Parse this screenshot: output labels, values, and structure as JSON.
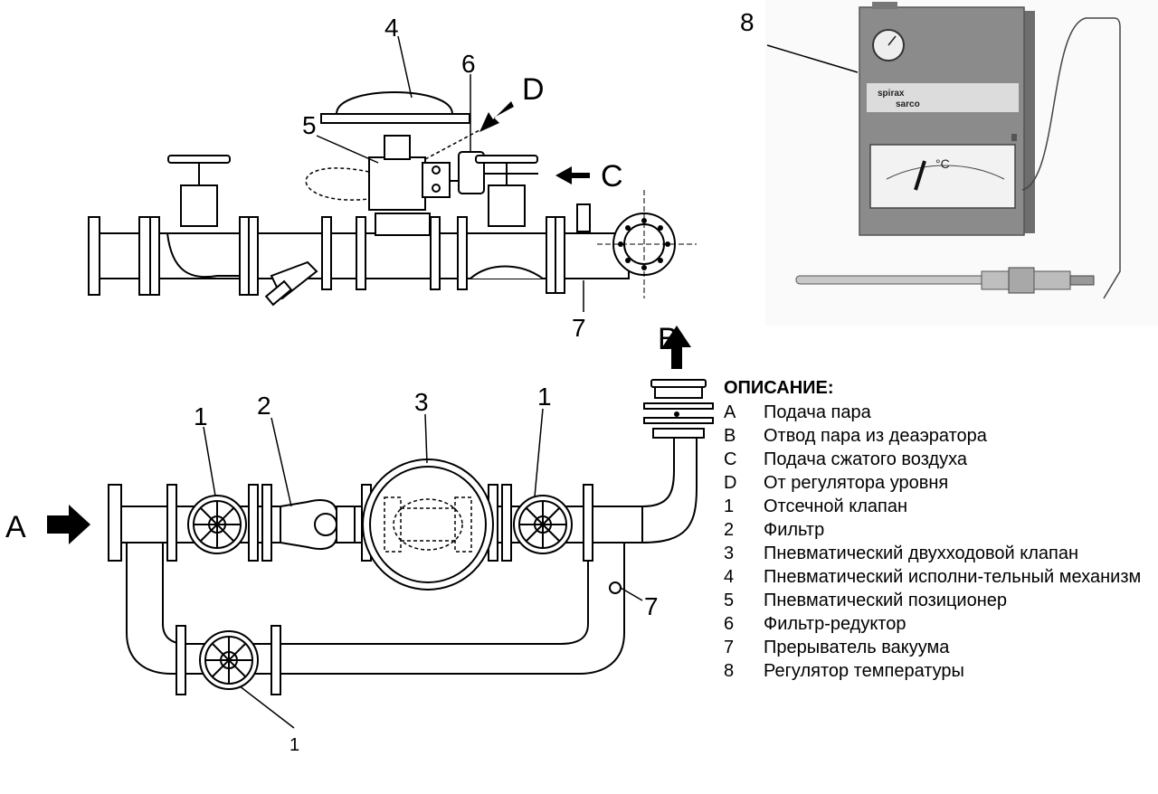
{
  "callouts": {
    "c1_left": "1",
    "c2": "2",
    "c3": "3",
    "c1_right": "1",
    "c1_bottom": "1",
    "c7_plan": "7",
    "c4": "4",
    "c5": "5",
    "c6": "6",
    "c7_side": "7",
    "c8": "8",
    "arrow_a": "A",
    "arrow_b": "B",
    "arrow_c": "C",
    "arrow_d": "D"
  },
  "controller": {
    "brand_top": "spirax",
    "brand_bottom": "sarco",
    "unit": "°C"
  },
  "legend": {
    "title": "ОПИСАНИЕ:",
    "items": [
      {
        "code": "A",
        "text": "Подача пара"
      },
      {
        "code": "B",
        "text": "Отвод пара из деаэратора"
      },
      {
        "code": "C",
        "text": "Подача сжатого воздуха"
      },
      {
        "code": "D",
        "text": "От регулятора уровня"
      },
      {
        "code": "1",
        "text": "Отсечной клапан"
      },
      {
        "code": "2",
        "text": "Фильтр"
      },
      {
        "code": "3",
        "text": "Пневматический двухходовой клапан"
      },
      {
        "code": "4",
        "text": "Пневматический исполни-тельный механизм"
      },
      {
        "code": "5",
        "text": "Пневматический позиционер"
      },
      {
        "code": "6",
        "text": "Фильтр-редуктор"
      },
      {
        "code": "7",
        "text": "Прерыватель вакуума"
      },
      {
        "code": "8",
        "text": "Регулятор температуры"
      }
    ]
  }
}
